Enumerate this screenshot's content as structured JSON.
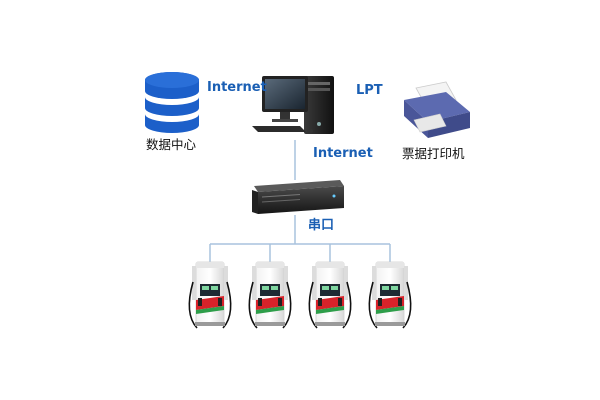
{
  "nodes": {
    "data_center": {
      "label": "数据中心",
      "icon": "database-icon"
    },
    "computer": {
      "icon": "desktop-computer-icon"
    },
    "printer": {
      "label": "票据打印机",
      "icon": "printer-icon"
    },
    "server": {
      "icon": "rack-server-icon"
    },
    "dispensers": {
      "icon": "fuel-dispenser-icon",
      "count": 4
    }
  },
  "links": {
    "db_to_pc": "Internet",
    "pc_to_printer": "LPT",
    "pc_to_server": "Internet",
    "server_to_dispensers": "串口"
  },
  "colors": {
    "link_text": "#1a5fb4",
    "database_blue": "#1c5fc9",
    "line": "#a8c2dd",
    "dispenser_red": "#d8232a",
    "dispenser_green": "#2e9e4a"
  }
}
